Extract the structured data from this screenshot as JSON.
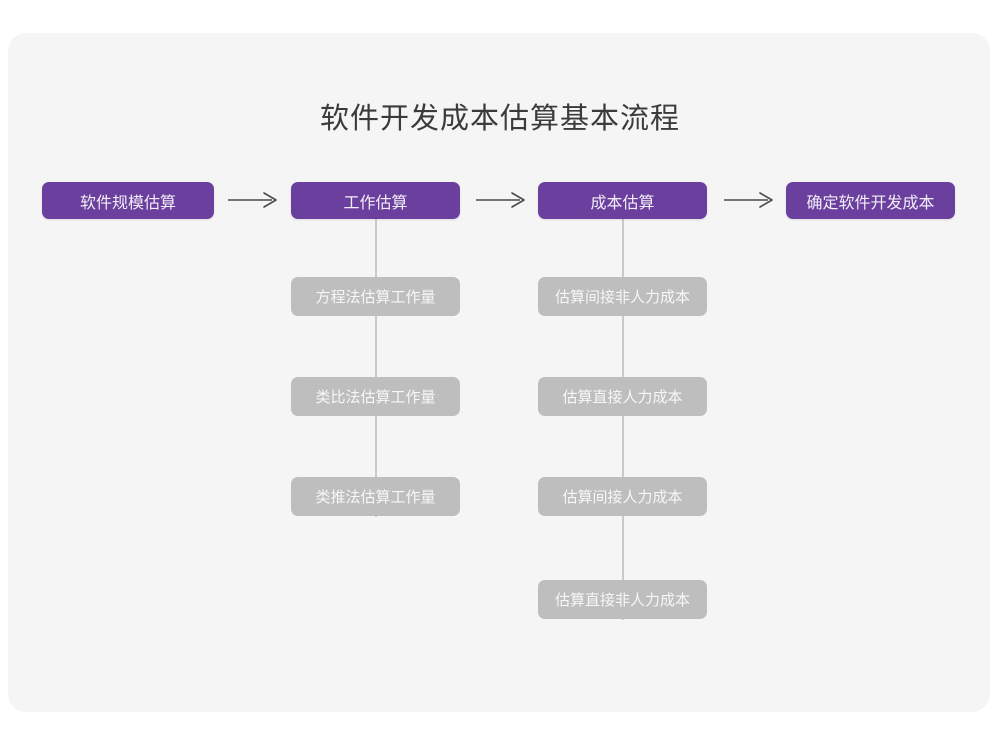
{
  "page": {
    "title": "软件开发成本估算基本流程",
    "background_color": "#ffffff",
    "card_color": "#f5f5f5"
  },
  "colors": {
    "primary_node": "#6b3f9e",
    "primary_node_text": "#f2eef7",
    "sub_node": "#bebebe",
    "sub_node_text": "#f7f7f7",
    "connector": "#c9c9c9",
    "arrow": "#4a4a4a",
    "title_text": "#3b3b3b"
  },
  "chart_data": {
    "type": "flowchart",
    "title": "软件开发成本估算基本流程",
    "orientation": "left-to-right with vertical sub-branches",
    "stages": [
      {
        "id": "stage-1",
        "label": "软件规模估算",
        "level": "primary",
        "substeps": []
      },
      {
        "id": "stage-2",
        "label": "工作估算",
        "level": "primary",
        "substeps": [
          "方程法估算工作量",
          "类比法估算工作量",
          "类推法估算工作量"
        ]
      },
      {
        "id": "stage-3",
        "label": "成本估算",
        "level": "primary",
        "substeps": [
          "估算间接非人力成本",
          "估算直接人力成本",
          "估算间接人力成本",
          "估算直接非人力成本"
        ]
      },
      {
        "id": "stage-4",
        "label": "确定软件开发成本",
        "level": "primary",
        "substeps": []
      }
    ],
    "connectors": [
      {
        "from": "stage-1",
        "to": "stage-2",
        "style": "arrow"
      },
      {
        "from": "stage-2",
        "to": "stage-3",
        "style": "arrow"
      },
      {
        "from": "stage-3",
        "to": "stage-4",
        "style": "arrow"
      }
    ]
  },
  "nodes": {
    "stage1": {
      "label": "软件规模估算"
    },
    "stage2": {
      "label": "工作估算"
    },
    "stage3": {
      "label": "成本估算"
    },
    "stage4": {
      "label": "确定软件开发成本"
    },
    "stage2_sub": [
      {
        "label": "方程法估算工作量"
      },
      {
        "label": "类比法估算工作量"
      },
      {
        "label": "类推法估算工作量"
      }
    ],
    "stage3_sub": [
      {
        "label": "估算间接非人力成本"
      },
      {
        "label": "估算直接人力成本"
      },
      {
        "label": "估算间接人力成本"
      },
      {
        "label": "估算直接非人力成本"
      }
    ]
  }
}
